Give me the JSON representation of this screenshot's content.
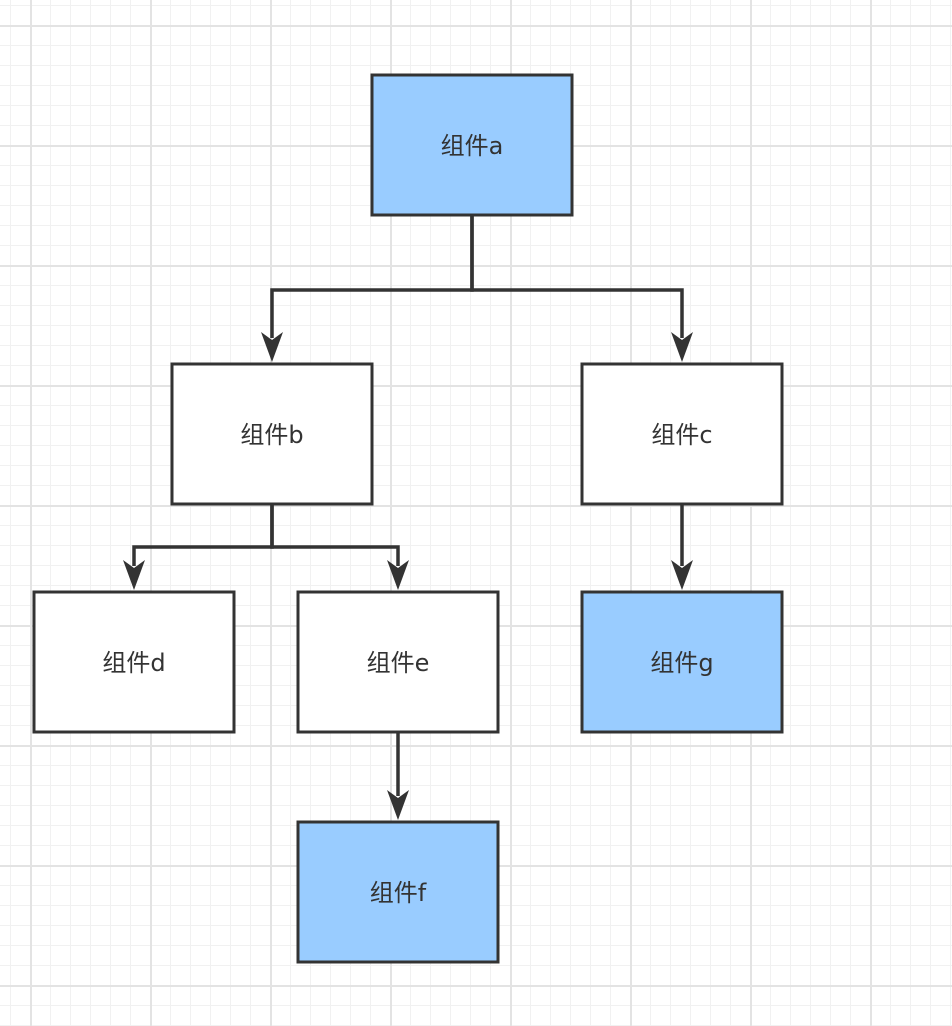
{
  "diagram": {
    "colors": {
      "highlight_fill": "#99ccff",
      "plain_fill": "#ffffff",
      "stroke": "#333333"
    },
    "nodes": [
      {
        "id": "a",
        "label": "组件a",
        "highlighted": true
      },
      {
        "id": "b",
        "label": "组件b",
        "highlighted": false
      },
      {
        "id": "c",
        "label": "组件c",
        "highlighted": false
      },
      {
        "id": "d",
        "label": "组件d",
        "highlighted": false
      },
      {
        "id": "e",
        "label": "组件e",
        "highlighted": false
      },
      {
        "id": "f",
        "label": "组件f",
        "highlighted": true
      },
      {
        "id": "g",
        "label": "组件g",
        "highlighted": true
      }
    ],
    "edges": [
      {
        "from": "a",
        "to": "b"
      },
      {
        "from": "a",
        "to": "c"
      },
      {
        "from": "b",
        "to": "d"
      },
      {
        "from": "b",
        "to": "e"
      },
      {
        "from": "c",
        "to": "g"
      },
      {
        "from": "e",
        "to": "f"
      }
    ]
  }
}
